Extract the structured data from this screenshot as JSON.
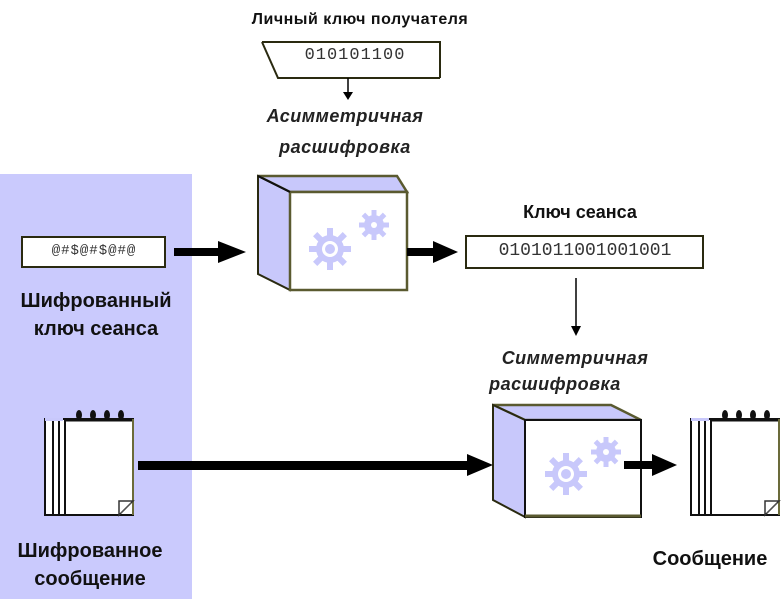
{
  "diagram": {
    "title": "Session key decryption flow",
    "recipient_private_key": {
      "label": "Личный ключ получателя",
      "value": "010101100"
    },
    "asymmetric": {
      "label_line1": "Асимметричная",
      "label_line2": "расшифровка"
    },
    "encrypted_session_key": {
      "value": "@#$@#$@#@",
      "label_line1": "Шифрованный",
      "label_line2": "ключ сеанса"
    },
    "session_key": {
      "label": "Ключ сеанса",
      "value": "0101011001001001"
    },
    "symmetric": {
      "label_line1": "Симметричная",
      "label_line2": "расшифровка"
    },
    "encrypted_message": {
      "label_line1": "Шифрованное",
      "label_line2": "сообщение"
    },
    "message": {
      "label": "Сообщение"
    },
    "colors": {
      "panel": "#cacafd",
      "box_face": "#ffffff",
      "box_side": "#c8c8fb",
      "box_border": "#5a5a30",
      "gear": "#c8c8fb",
      "arrow": "#000000"
    }
  }
}
